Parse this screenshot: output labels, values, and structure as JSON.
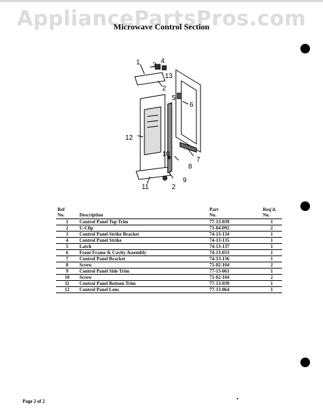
{
  "watermark": "AppliancePartsPros.com",
  "title": "Microwave Control Section",
  "diagram": {
    "callouts": [
      "1",
      "2",
      "3",
      "4",
      "13",
      "5",
      "6",
      "7",
      "8",
      "9",
      "10",
      "12",
      "11",
      "2"
    ]
  },
  "table": {
    "headers": {
      "ref": "Ref\nNo.",
      "description": "Description",
      "part": "Part\nNo.",
      "qty": "Req'd.\nNo."
    },
    "rows": [
      {
        "ref": "1",
        "description": "Control Panel Top Trim",
        "part": "77-13-039",
        "qty": "1"
      },
      {
        "ref": "2",
        "description": "U-Clip",
        "part": "71-04-092",
        "qty": "2"
      },
      {
        "ref": "3",
        "description": "Control Panel Strike Bracket",
        "part": "74-13-134",
        "qty": "1"
      },
      {
        "ref": "4",
        "description": "Control Panel Strike",
        "part": "74-13-135",
        "qty": "1"
      },
      {
        "ref": "5",
        "description": "Latch",
        "part": "74-13-137",
        "qty": "1"
      },
      {
        "ref": "6",
        "description": "Front Frame & Cavity Assembly",
        "part": "74-13-033",
        "qty": "1"
      },
      {
        "ref": "7",
        "description": "Control Panel Bracket",
        "part": "74-13-136",
        "qty": "1"
      },
      {
        "ref": "8",
        "description": "Screw",
        "part": "71-02-104",
        "qty": "2"
      },
      {
        "ref": "9",
        "description": "Control Panel Side Trim",
        "part": "77-13-061",
        "qty": "1"
      },
      {
        "ref": "10",
        "description": "Screw",
        "part": "71-02-104",
        "qty": "2"
      },
      {
        "ref": "11",
        "description": "Control Panel Bottom Trim",
        "part": "77-13-039",
        "qty": "1"
      },
      {
        "ref": "12",
        "description": "Control Panel Lens",
        "part": "77-13-064",
        "qty": "1"
      }
    ]
  },
  "footer": "Page 2 of 2"
}
